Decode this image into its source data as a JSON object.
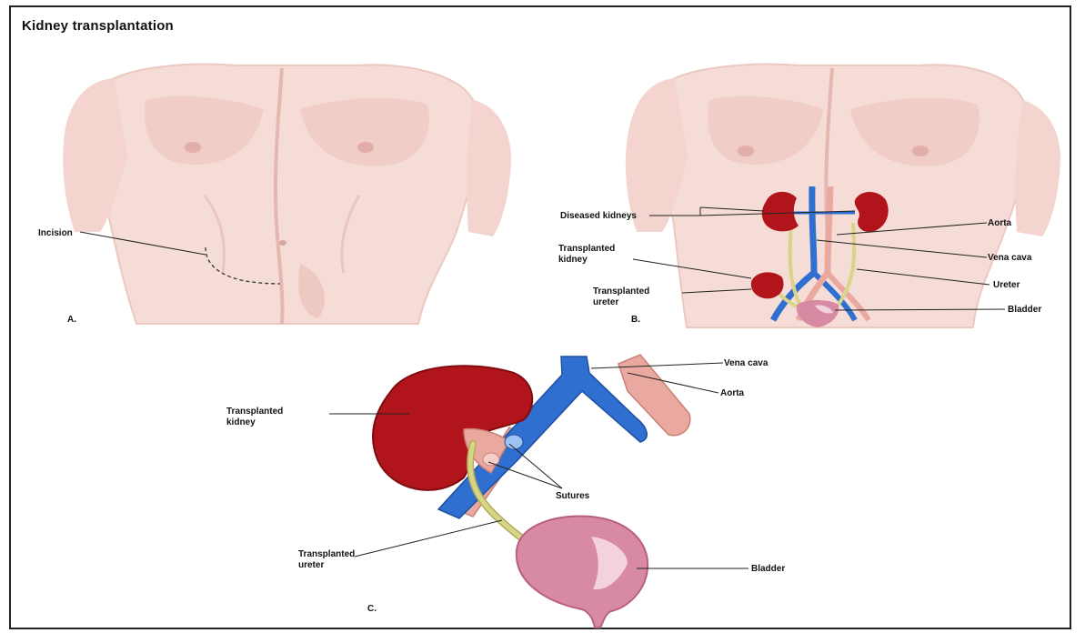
{
  "title": "Kidney transplantation",
  "panels": {
    "a": "A.",
    "b": "B.",
    "c": "C."
  },
  "labels_a": {
    "incision": "Incision"
  },
  "labels_b": {
    "diseased_kidneys": "Diseased kidneys",
    "transplanted_kidney_1": "Transplanted",
    "transplanted_kidney_2": "kidney",
    "transplanted_ureter_1": "Transplanted",
    "transplanted_ureter_2": "ureter",
    "aorta": "Aorta",
    "vena_cava": "Vena cava",
    "ureter": "Ureter",
    "bladder": "Bladder"
  },
  "labels_c": {
    "vena_cava": "Vena cava",
    "aorta": "Aorta",
    "transplanted_kidney_1": "Transplanted",
    "transplanted_kidney_2": "kidney",
    "sutures": "Sutures",
    "transplanted_ureter_1": "Transplanted",
    "transplanted_ureter_2": "ureter",
    "bladder": "Bladder"
  },
  "colors": {
    "skin": "#f6dcd6",
    "skin_shade": "#e9c2bb",
    "kidney": "#b2141b",
    "kidney_dark": "#7e0c10",
    "vein": "#2f6fd0",
    "artery": "#e9a9a0",
    "ureter": "#d8d48a",
    "bladder": "#d98aa3",
    "bladder_light": "#f4d2dc"
  }
}
